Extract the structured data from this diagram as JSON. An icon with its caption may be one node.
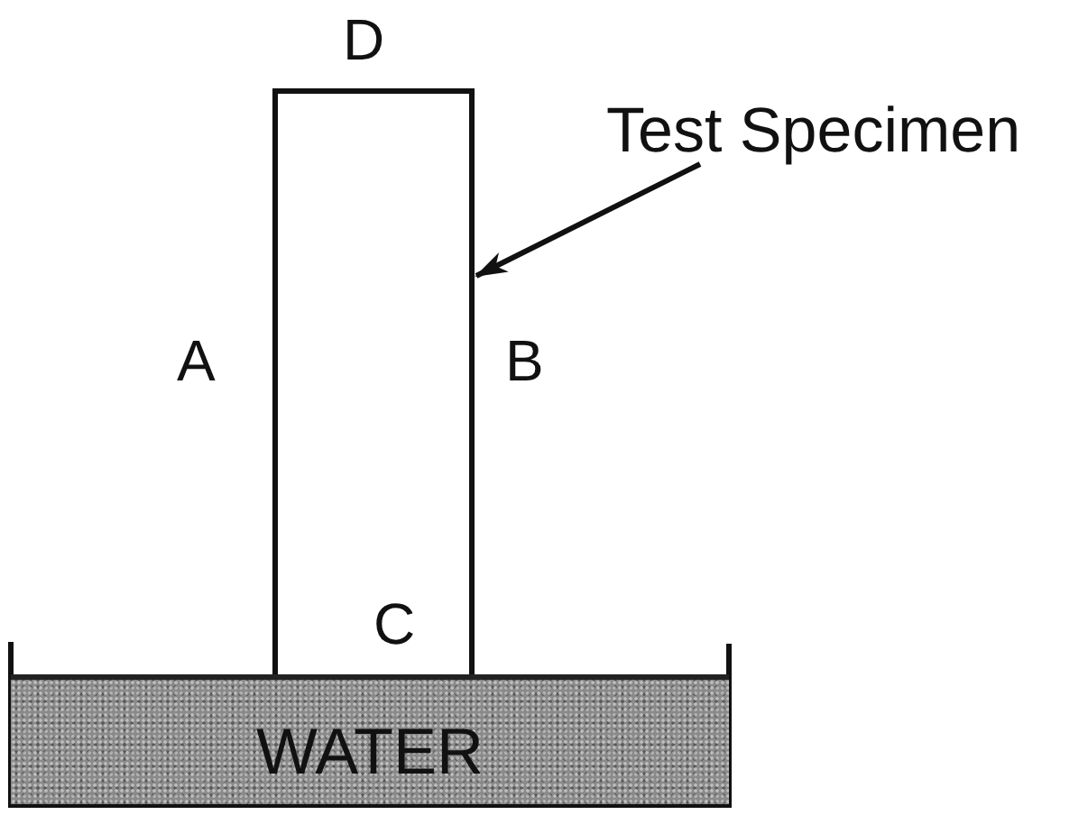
{
  "diagram": {
    "nodes": [
      {
        "text": [],
        "shape": "box"
      },
      {
        "text": [
          "Test Specimen"
        ]
      },
      {
        "text": [
          "WATER"
        ]
      }
    ],
    "edges": [
      {
        "from": 1,
        "to": 0,
        "arrow": "to"
      }
    ],
    "labels": [
      "D",
      "A",
      "B",
      "C"
    ]
  }
}
